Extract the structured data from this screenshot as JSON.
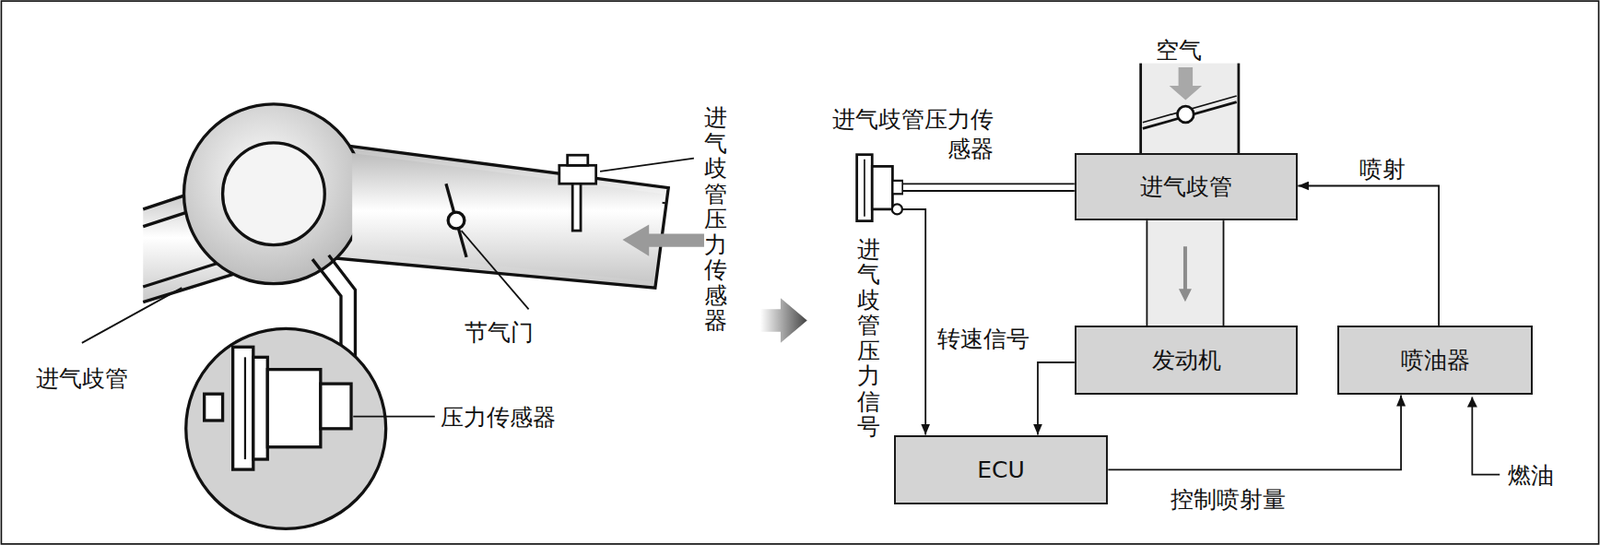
{
  "diagram": {
    "nodes": [
      {
        "text": [
          "进气歧管压力传感器"
        ]
      },
      {
        "text": [
          "进气歧管"
        ]
      },
      {
        "text": [
          "发动机"
        ]
      },
      {
        "text": [
          "喷油器"
        ]
      },
      {
        "text": [
          "ECU"
        ]
      }
    ],
    "edges": [
      {
        "from": 0,
        "to": 4,
        "label": "进气歧管压力信号",
        "arrow": "to"
      },
      {
        "from": 0,
        "to": 1,
        "arrow": "none"
      },
      {
        "from": 2,
        "to": 4,
        "label": "转速信号",
        "arrow": "to"
      },
      {
        "from": 1,
        "to": 2,
        "arrow": "to"
      },
      {
        "from": 4,
        "to": 3,
        "label": "控制喷射量",
        "arrow": "to"
      },
      {
        "from": 3,
        "to": 1,
        "label": "喷射",
        "arrow": "to"
      }
    ],
    "labels": [
      "空气",
      "燃油",
      "进气歧管",
      "节气门",
      "压力传感器",
      "进气歧管压力传感器"
    ]
  }
}
